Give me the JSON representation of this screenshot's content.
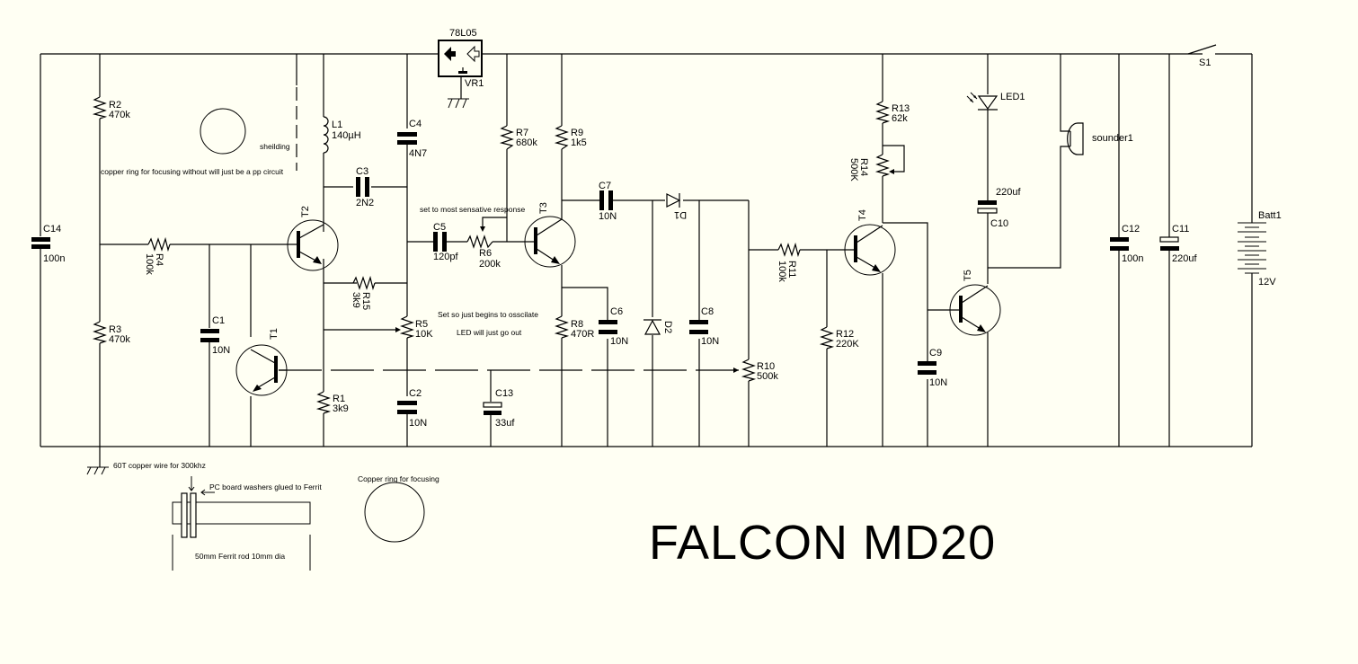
{
  "title": "FALCON  MD20",
  "background_color": "#fffff3",
  "line_color": "#000000",
  "components": {
    "VR1": {
      "ref": "VR1",
      "value": "78L05",
      "type": "voltage-regulator"
    },
    "R1": {
      "ref": "R1",
      "value": "3k9"
    },
    "R2": {
      "ref": "R2",
      "value": "470k"
    },
    "R3": {
      "ref": "R3",
      "value": "470k"
    },
    "R4": {
      "ref": "R4",
      "value": "100k"
    },
    "R5": {
      "ref": "R5",
      "value": "10K"
    },
    "R6": {
      "ref": "R6",
      "value": "200k"
    },
    "R7": {
      "ref": "R7",
      "value": "680k"
    },
    "R8": {
      "ref": "R8",
      "value": "470R"
    },
    "R9": {
      "ref": "R9",
      "value": "1k5"
    },
    "R10": {
      "ref": "R10",
      "value": "500k"
    },
    "R11": {
      "ref": "R11",
      "value": "100k"
    },
    "R12": {
      "ref": "R12",
      "value": "220K"
    },
    "R13": {
      "ref": "R13",
      "value": "62k"
    },
    "R14": {
      "ref": "R14",
      "value": "500K"
    },
    "R15": {
      "ref": "R15",
      "value": "3k9"
    },
    "C1": {
      "ref": "C1",
      "value": "10N"
    },
    "C2": {
      "ref": "C2",
      "value": "10N"
    },
    "C3": {
      "ref": "C3",
      "value": "2N2"
    },
    "C4": {
      "ref": "C4",
      "value": "4N7"
    },
    "C5": {
      "ref": "C5",
      "value": "120pf"
    },
    "C6": {
      "ref": "C6",
      "value": "10N"
    },
    "C7": {
      "ref": "C7",
      "value": "10N"
    },
    "C8": {
      "ref": "C8",
      "value": "10N"
    },
    "C9": {
      "ref": "C9",
      "value": "10N"
    },
    "C10": {
      "ref": "C10",
      "value": "220uf"
    },
    "C11": {
      "ref": "C11",
      "value": "220uf"
    },
    "C12": {
      "ref": "C12",
      "value": "100n"
    },
    "C13": {
      "ref": "C13",
      "value": "33uf"
    },
    "C14": {
      "ref": "C14",
      "value": "100n"
    },
    "L1": {
      "ref": "L1",
      "value": "140µH"
    },
    "T1": {
      "ref": "T1"
    },
    "T2": {
      "ref": "T2"
    },
    "T3": {
      "ref": "T3"
    },
    "T4": {
      "ref": "T4"
    },
    "T5": {
      "ref": "T5"
    },
    "D1": {
      "ref": "D1"
    },
    "D2": {
      "ref": "D2"
    },
    "LED1": {
      "ref": "LED1"
    },
    "S1": {
      "ref": "S1"
    },
    "Batt1": {
      "ref": "Batt1",
      "value": "12V"
    },
    "sounder1": {
      "ref": "sounder1"
    }
  },
  "notes": {
    "shielding": "sheilding",
    "copper_ring_top": "copper ring for focusing without will just be a pp circuit",
    "r6_note": "set to most sensative response",
    "r5_note1": "Set so just begins to osscilate",
    "r5_note2": "LED will just go out",
    "coil_note": "60T copper wire for 300khz",
    "washers_note": "PC board washers glued to Ferrit",
    "rod_note": "50mm Ferrit rod 10mm dia",
    "copper_ring_bottom": "Copper ring for focusing"
  }
}
